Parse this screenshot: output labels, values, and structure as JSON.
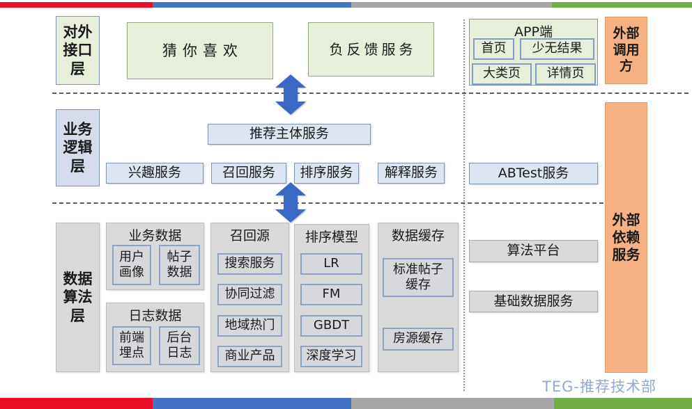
{
  "colors": {
    "bar_red": "#ea0f27",
    "bar_blue": "#4472c4",
    "bar_gray": "#a6a6a6",
    "bar_green": "#70ad47",
    "green_fill": "#e7efdb",
    "blue_fill": "#dce5f2",
    "gray_fill": "#dadada",
    "orange_fill": "#f5b183",
    "arrow_blue": "#3b67c5",
    "watermark_blue": "#92a9d1"
  },
  "watermark": "TEG-推荐技术部",
  "layer_labels": {
    "external_interface": "对外\n接口\n层",
    "business_logic": "业务\n逻辑\n层",
    "data_algorithm": "数据\n算法\n层"
  },
  "interface_layer": {
    "guess_you_like": "猜你喜欢",
    "negative_feedback": "负反馈服务",
    "app_panel": {
      "title": "APP端",
      "pages": [
        "首页",
        "少无结果",
        "大类页",
        "详情页"
      ]
    },
    "external_caller": "外部\n调用\n方"
  },
  "logic_layer": {
    "main_service": "推荐主体服务",
    "services": [
      "兴趣服务",
      "召回服务",
      "排序服务",
      "解释服务"
    ],
    "abtest_service": "ABTest服务"
  },
  "data_layer": {
    "business_data": {
      "title": "业务数据",
      "items": [
        "用户\n画像",
        "帖子\n数据"
      ]
    },
    "log_data": {
      "title": "日志数据",
      "items": [
        "前端\n埋点",
        "后台\n日志"
      ]
    },
    "recall_sources": {
      "title": "召回源",
      "items": [
        "搜索服务",
        "协同过滤",
        "地域热门",
        "商业产品"
      ]
    },
    "ranking_models": {
      "title": "排序模型",
      "items": [
        "LR",
        "FM",
        "GBDT",
        "深度学习"
      ]
    },
    "data_cache": {
      "title": "数据缓存",
      "items": [
        "标准帖子\n缓存",
        "房源缓存"
      ]
    },
    "algorithm_platform": "算法平台",
    "basic_data_service": "基础数据服务",
    "external_dependency": "外部\n依赖\n服务"
  }
}
